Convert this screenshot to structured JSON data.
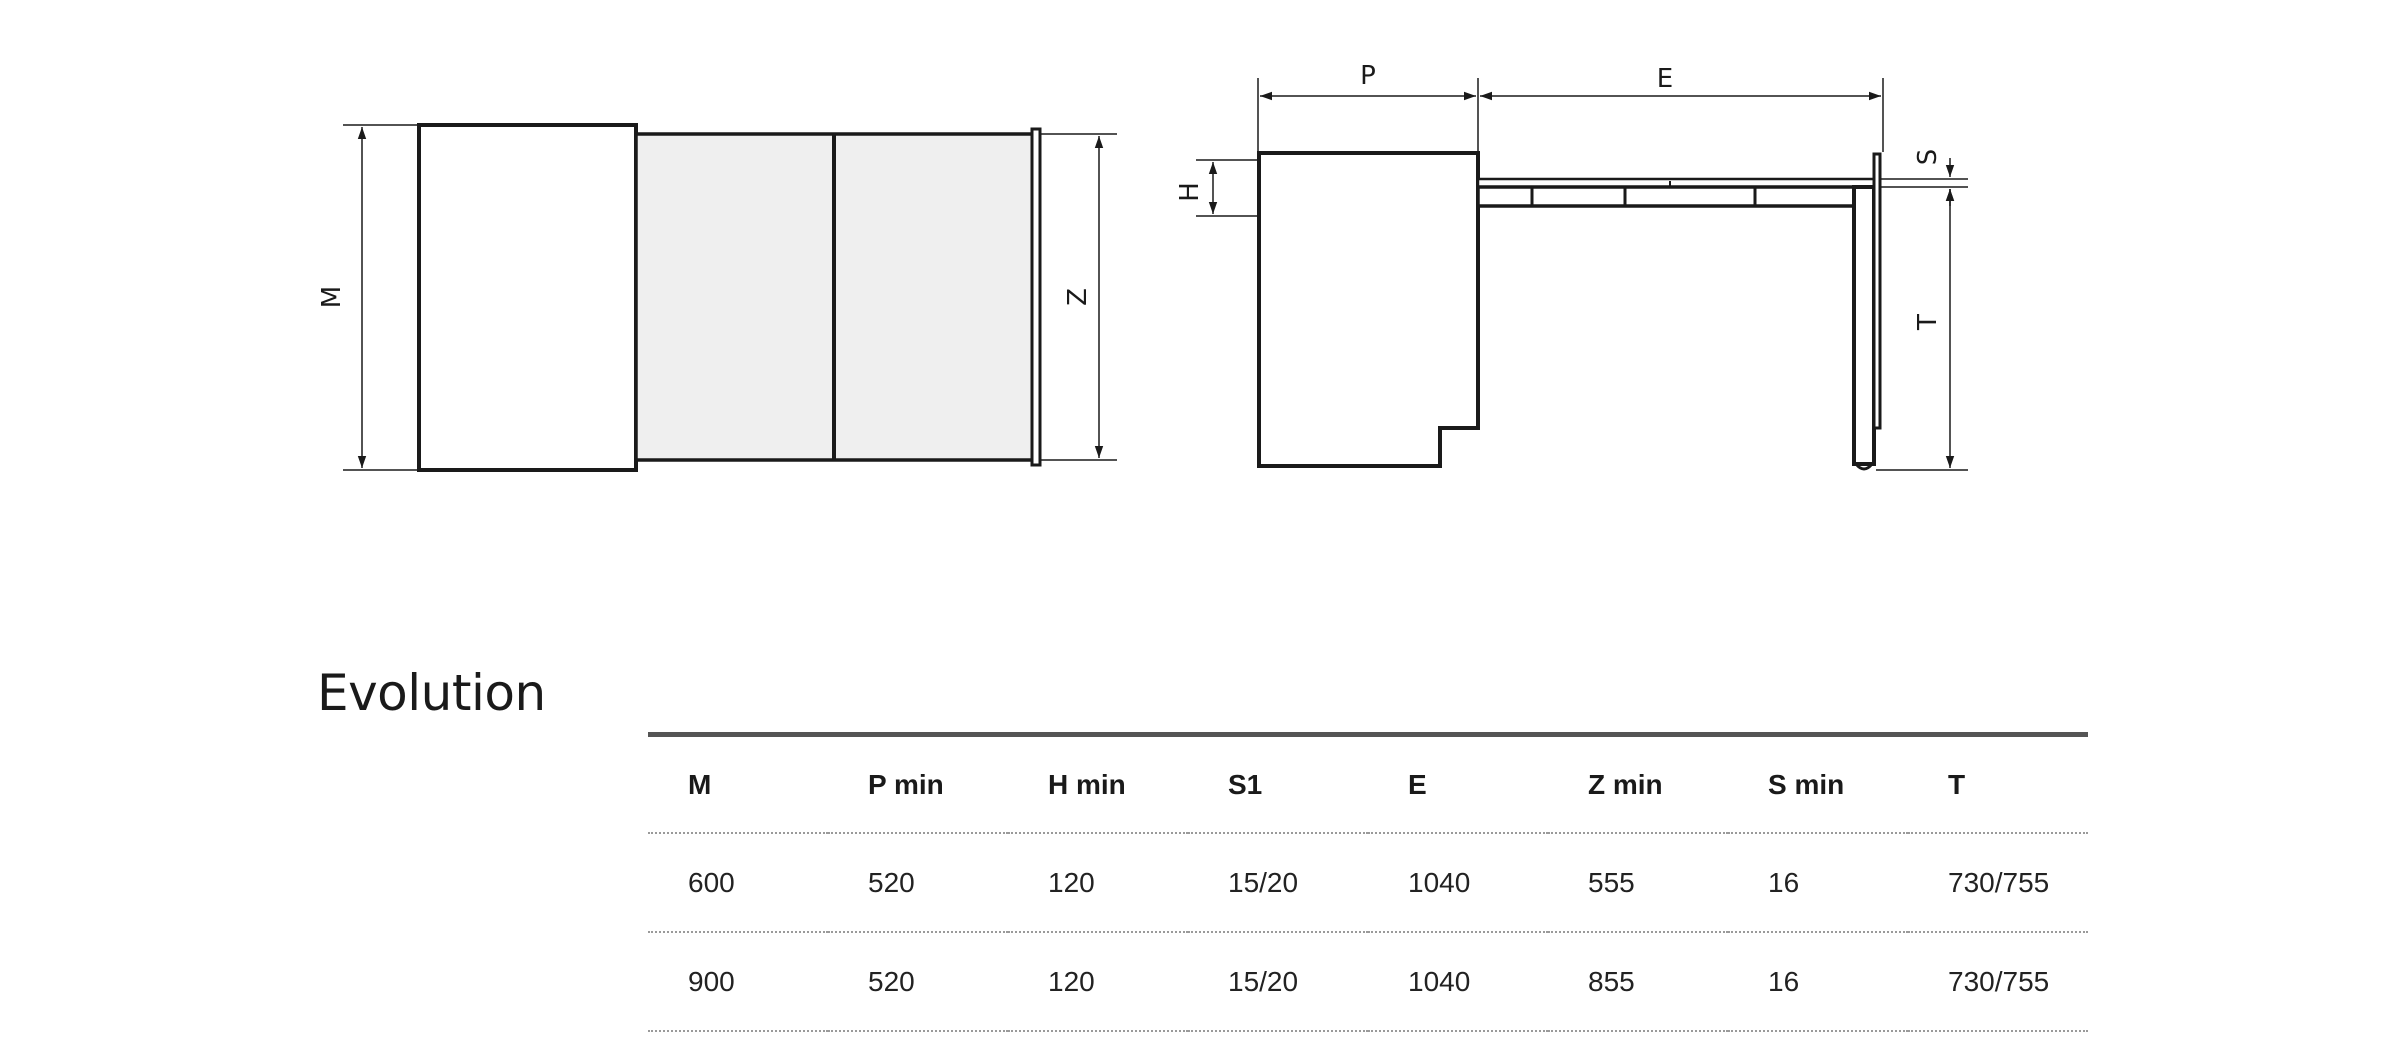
{
  "diagram": {
    "labels": {
      "M": "M",
      "Z": "Z",
      "P": "P",
      "E": "E",
      "H": "H",
      "S": "S",
      "T": "T"
    },
    "colors": {
      "line": "#1a1a1a",
      "fill": "#efefef"
    }
  },
  "section": {
    "title": "Evolution"
  },
  "table": {
    "headers": [
      "M",
      "P min",
      "H min",
      "S1",
      "E",
      "Z min",
      "S min",
      "T"
    ],
    "rows": [
      [
        "600",
        "520",
        "120",
        "15/20",
        "1040",
        "555",
        "16",
        "730/755"
      ],
      [
        "900",
        "520",
        "120",
        "15/20",
        "1040",
        "855",
        "16",
        "730/755"
      ]
    ]
  }
}
